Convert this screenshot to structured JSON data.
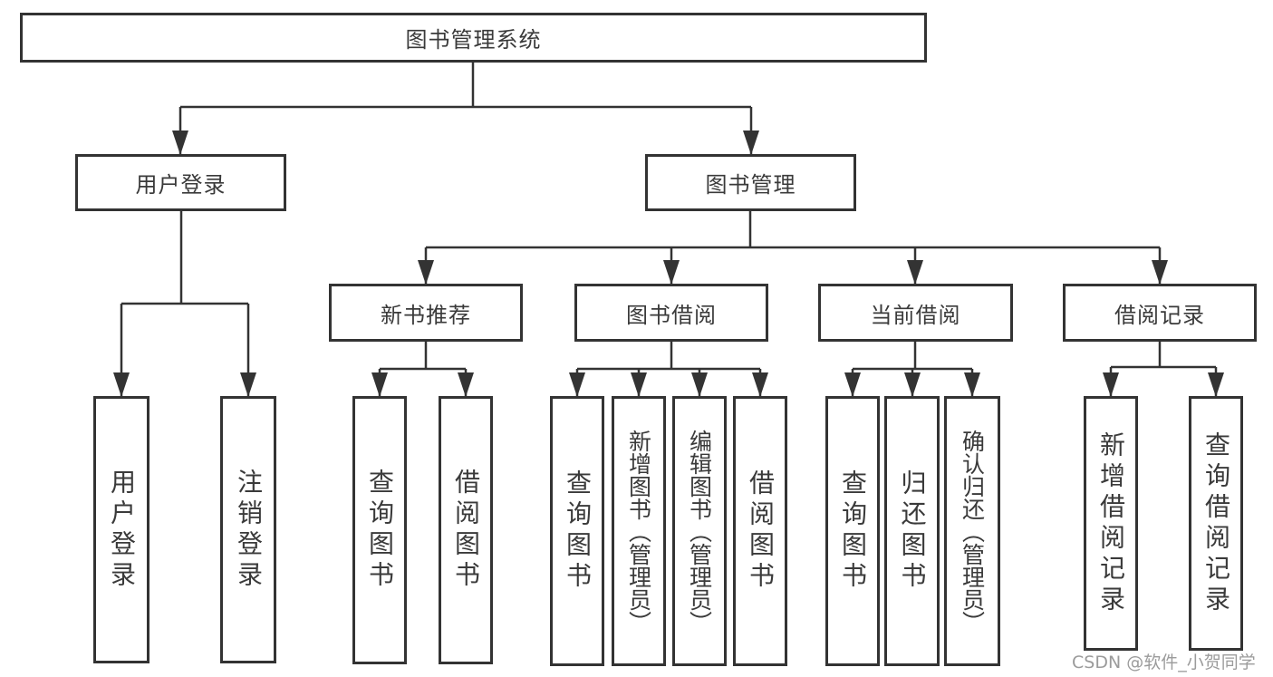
{
  "diagram": {
    "root": {
      "label": "图书管理系统"
    },
    "level2": [
      {
        "label": "用户登录"
      },
      {
        "label": "图书管理"
      }
    ],
    "level3": [
      {
        "label": "新书推荐"
      },
      {
        "label": "图书借阅"
      },
      {
        "label": "当前借阅"
      },
      {
        "label": "借阅记录"
      }
    ],
    "leaves": [
      {
        "label": "用户登录"
      },
      {
        "label": "注销登录"
      },
      {
        "label": "查询图书"
      },
      {
        "label": "借阅图书"
      },
      {
        "label": "查询图书"
      },
      {
        "label": "新增图书（管理员）"
      },
      {
        "label": "编辑图书（管理员）"
      },
      {
        "label": "借阅图书"
      },
      {
        "label": "查询图书"
      },
      {
        "label": "归还图书"
      },
      {
        "label": "确认归还（管理员）"
      },
      {
        "label": "新增借阅记录"
      },
      {
        "label": "查询借阅记录"
      }
    ]
  },
  "watermark": {
    "text": "CSDN @软件_小贺同学"
  },
  "colors": {
    "line": "#333333",
    "text": "#3a3a3a",
    "watermark": "#9b9b9b",
    "background": "#ffffff"
  }
}
